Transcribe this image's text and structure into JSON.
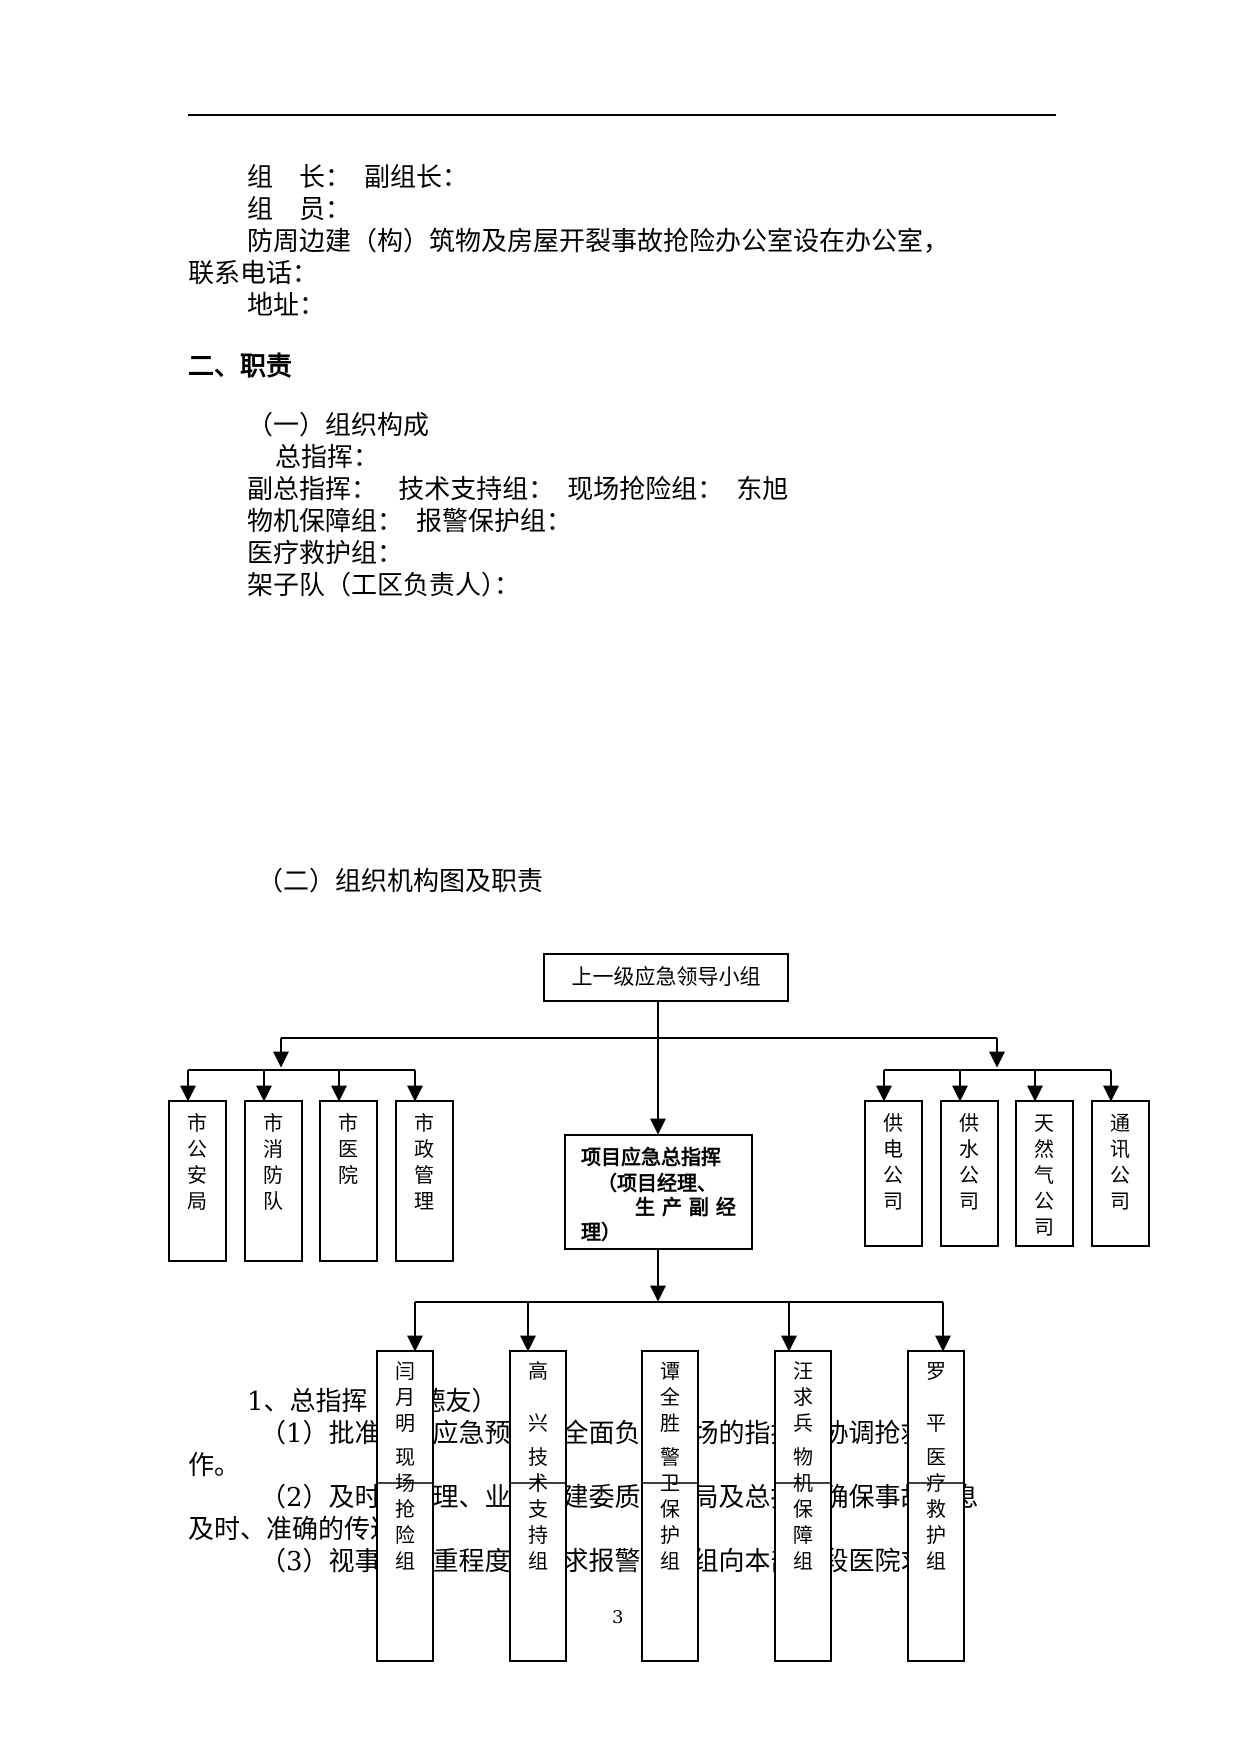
{
  "header_rule": true,
  "lines": {
    "l1": "组　长：　副组长：",
    "l2": "组　员：",
    "l3": "防周边建（构）筑物及房屋开裂事故抢险办公室设在办公室，",
    "l4": "联系电话：",
    "l5": "地址：",
    "section2": "二、职责",
    "sub1": "（一）组织构成",
    "c1": "总指挥：",
    "c2": "副总指挥：　 技术支持组：　现场抢险组：　东旭",
    "c3": "物机保障组：　报警保护组：",
    "c4": "医疗救护组：",
    "c5": "架子队（工区负责人）：",
    "sub2": "（二）组织机构图及职责"
  },
  "body_text": {
    "b1": "1、总指挥（张德友）",
    "b2": "（1）批准本部应急预案，全面负责现场的指挥、协调抢救工",
    "b3": "作。",
    "b4": "（2）及时向监理、业主、建委质安监局及总指，确保事故信息",
    "b5": "及时、准确的传达。",
    "b6": "（3）视事故严重程度，要求报警保护组向本部标段医院求援。"
  },
  "chart": {
    "top_box": "上一级应急领导小组",
    "center_box": [
      "项目应急总指挥",
      "（项目经理、",
      "生 产 副 经",
      "理）"
    ],
    "left_boxes": [
      "市公安局",
      "市消防队",
      "市医院",
      "市政管理"
    ],
    "right_boxes": [
      "供电公司",
      "供水公司",
      "天然气公司",
      "通讯公司"
    ],
    "bottom_boxes": [
      {
        "name": "闫月明",
        "role": "现场抢险组"
      },
      {
        "name": "高兴",
        "role": "技术支持组"
      },
      {
        "name": "谭全胜",
        "role": "警卫保护组"
      },
      {
        "name": "汪求兵",
        "role": "物机保障组"
      },
      {
        "name": "罗平",
        "role": "医疗救护组"
      }
    ]
  },
  "page_number": "3"
}
